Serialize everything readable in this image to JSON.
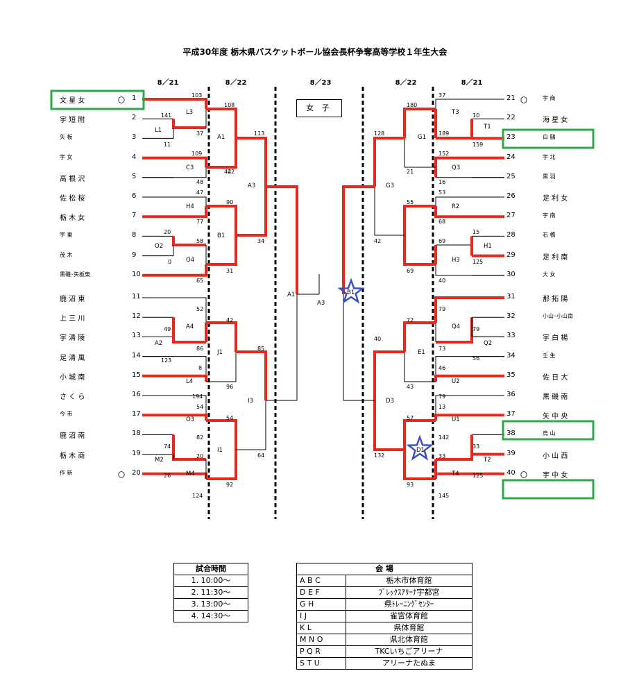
{
  "title": "平成30年度  栃木県バスケットボール協会長杯争奪高等学校１年生大会",
  "dates": [
    "8／21",
    "8／22",
    "8／23",
    "8／22",
    "8／21"
  ],
  "category_label": "女 子",
  "left_teams": [
    {
      "no": "1",
      "name": "文 星 女",
      "seed": "〇"
    },
    {
      "no": "2",
      "name": "宇 短 附"
    },
    {
      "no": "3",
      "name": "矢     板"
    },
    {
      "no": "4",
      "name": "宇     女"
    },
    {
      "no": "5",
      "name": "高 根 沢"
    },
    {
      "no": "6",
      "name": "佐 松 桜"
    },
    {
      "no": "7",
      "name": "栃 木 女"
    },
    {
      "no": "8",
      "name": "宇     東"
    },
    {
      "no": "9",
      "name": "茂     木"
    },
    {
      "no": "10",
      "name": "黒磯･矢板東"
    },
    {
      "no": "11",
      "name": "鹿 沼 東"
    },
    {
      "no": "12",
      "name": "上 三 川"
    },
    {
      "no": "13",
      "name": "宇 清 陵"
    },
    {
      "no": "14",
      "name": "足 清 風"
    },
    {
      "no": "15",
      "name": "小 城 南"
    },
    {
      "no": "16",
      "name": "さ く ら"
    },
    {
      "no": "17",
      "name": "今     市"
    },
    {
      "no": "18",
      "name": "鹿 沼 南"
    },
    {
      "no": "19",
      "name": "栃 木 商"
    },
    {
      "no": "20",
      "name": "作     新",
      "seed": "〇"
    }
  ],
  "right_teams": [
    {
      "no": "21",
      "name": "宇     商",
      "seed": "〇"
    },
    {
      "no": "22",
      "name": "海 星 女"
    },
    {
      "no": "23",
      "name": "白     鷗"
    },
    {
      "no": "24",
      "name": "宇     北"
    },
    {
      "no": "25",
      "name": "黒     羽"
    },
    {
      "no": "26",
      "name": "足 利 女"
    },
    {
      "no": "27",
      "name": "宇     南"
    },
    {
      "no": "28",
      "name": "石     橋"
    },
    {
      "no": "29",
      "name": "足 利 南"
    },
    {
      "no": "30",
      "name": "大     女"
    },
    {
      "no": "31",
      "name": "那 拓 陽"
    },
    {
      "no": "32",
      "name": "小山･小山南"
    },
    {
      "no": "33",
      "name": "宇 白 楊"
    },
    {
      "no": "34",
      "name": "壬     生"
    },
    {
      "no": "35",
      "name": "佐 日 大"
    },
    {
      "no": "36",
      "name": "黒 磯 南"
    },
    {
      "no": "37",
      "name": "矢 中 央"
    },
    {
      "no": "38",
      "name": "烏     山"
    },
    {
      "no": "39",
      "name": "小 山 西"
    },
    {
      "no": "40",
      "name": "宇 中 女",
      "seed": "〇"
    }
  ],
  "scores": [
    "103",
    "141",
    "37",
    "11",
    "109",
    "42",
    "48",
    "47",
    "77",
    "20",
    "58",
    "0",
    "65",
    "108",
    "113",
    "42",
    "90",
    "34",
    "31",
    "52",
    "49",
    "86",
    "123",
    "8",
    "194",
    "54",
    "82",
    "74",
    "20",
    "26",
    "124",
    "42",
    "85",
    "96",
    "54",
    "64",
    "92",
    "37",
    "180",
    "10",
    "189",
    "159",
    "152",
    "21",
    "16",
    "53",
    "68",
    "15",
    "69",
    "125",
    "40",
    "128",
    "42",
    "55",
    "69",
    "79",
    "72",
    "79",
    "73",
    "56",
    "46",
    "43",
    "79",
    "13",
    "57",
    "142",
    "33",
    "33",
    "125",
    "93",
    "145",
    "40",
    "132"
  ],
  "codes": {
    "left": [
      "L3",
      "L1",
      "C3",
      "H4",
      "O2",
      "O4",
      "A1",
      "B1",
      "A3",
      "A4",
      "A2",
      "L4",
      "O3",
      "M2",
      "M4",
      "J1",
      "I3",
      "I1",
      "A1"
    ],
    "right": [
      "T3",
      "T1",
      "Q3",
      "G1",
      "R2",
      "H1",
      "H3",
      "G3",
      "Q4",
      "Q2",
      "U2",
      "E1",
      "U1",
      "T2",
      "T4",
      "D1",
      "D3",
      "A3",
      "B1"
    ]
  },
  "schedule": {
    "header": "試合時間",
    "rows": [
      "1. 10:00～",
      "2. 11:30～",
      "3. 13:00～",
      "4. 14:30～"
    ]
  },
  "venues": {
    "header": "会     場",
    "rows": [
      {
        "codes": "A   B   C",
        "name": "栃木市体育館"
      },
      {
        "codes": "D   E   F",
        "name": "ﾌﾞﾚｯｸｽｱﾘｰﾅ宇都宮"
      },
      {
        "codes": "G   H",
        "name": "県ﾄﾚｰﾆﾝｸﾞｾﾝﾀｰ"
      },
      {
        "codes": "I    J",
        "name": "雀宮体育館"
      },
      {
        "codes": "K   L",
        "name": "県体育館"
      },
      {
        "codes": "M   N   O",
        "name": "県北体育館"
      },
      {
        "codes": "P   Q   R",
        "name": "TKCいちごアリーナ"
      },
      {
        "codes": "S   T   U",
        "name": "アリーナたぬま"
      }
    ]
  },
  "colors": {
    "winner": "#e8281e",
    "highlight": "#2fa84a",
    "star": "#3a4fc4"
  }
}
